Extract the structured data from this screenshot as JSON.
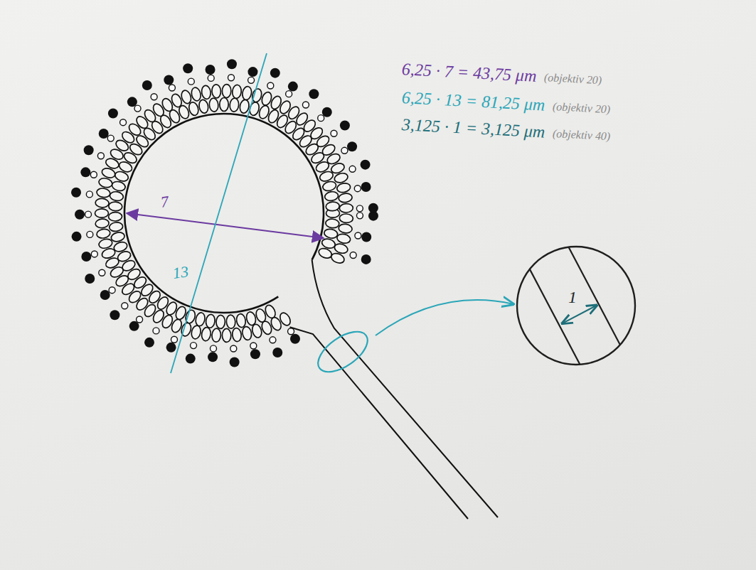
{
  "diagram": {
    "nodes": [
      {
        "text": [
          "1"
        ]
      }
    ],
    "labels": [
      "7",
      "13",
      "6,25 · 7 = 43,75 μm",
      "(objektiv 20)",
      "6,25 · 13 = 81,25 μm",
      "(objektiv 20)",
      "3,125 · 1 = 3,125 μm",
      "(objektiv 40)"
    ]
  }
}
